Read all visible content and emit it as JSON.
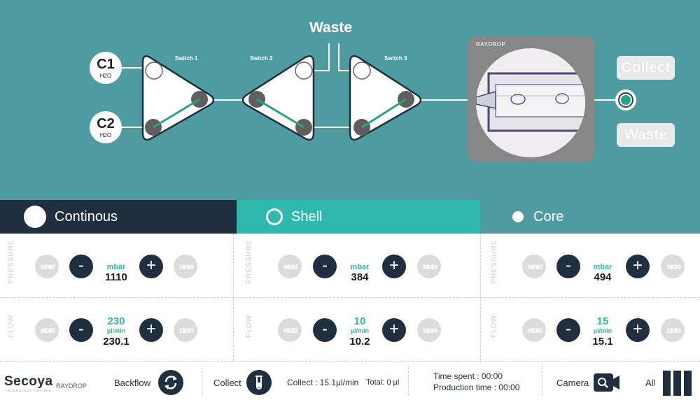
{
  "diagram": {
    "sources": [
      {
        "label": "C1",
        "sub": "H2O"
      },
      {
        "label": "C2",
        "sub": "H2O"
      }
    ],
    "switches": [
      "Switch 1",
      "Switch 2",
      "Switch 3"
    ],
    "waste_title": "Waste",
    "camera_label": "RAYDROP",
    "output_collect": "Collect",
    "output_waste": "Waste",
    "colors": {
      "background": "#4e9ca1",
      "active_path": "#2aa382",
      "node": "#5f5f5f"
    }
  },
  "tabs": [
    {
      "label": "Continous",
      "state": "selected"
    },
    {
      "label": "Shell",
      "state": "active"
    },
    {
      "label": "Core",
      "state": "normal"
    }
  ],
  "panels": [
    {
      "pressure": {
        "axis_label": "PRESSURE",
        "unit": "mbar",
        "value": "1110"
      },
      "flow": {
        "axis_label": "FLOW",
        "setpoint": "230",
        "unit": "µl/min",
        "value": "230.1"
      }
    },
    {
      "pressure": {
        "axis_label": "PRESSURE",
        "unit": "mbar",
        "value": "384"
      },
      "flow": {
        "axis_label": "FLOW",
        "setpoint": "10",
        "unit": "µl/min",
        "value": "10.2"
      }
    },
    {
      "pressure": {
        "axis_label": "PRESSURE",
        "unit": "mbar",
        "value": "494"
      },
      "flow": {
        "axis_label": "FLOW",
        "setpoint": "15",
        "unit": "µl/min",
        "value": "15.1"
      }
    }
  ],
  "controls": {
    "minus": "-",
    "plus": "+",
    "rewind": "«««",
    "forward": "»»»"
  },
  "footer": {
    "brand": "Secoya",
    "brand_tagline": "TECHNOLOGY PARTNER",
    "product": "RAYDROP",
    "backflow_label": "Backflow",
    "collect_label": "Collect",
    "collect_rate": "Collect : 15.1µl/min",
    "collect_total": "Total: 0 µl",
    "time_spent": "Time spent : 00:00",
    "production_time": "Production time : 00:00",
    "camera_label": "Camera",
    "all_label": "All"
  }
}
